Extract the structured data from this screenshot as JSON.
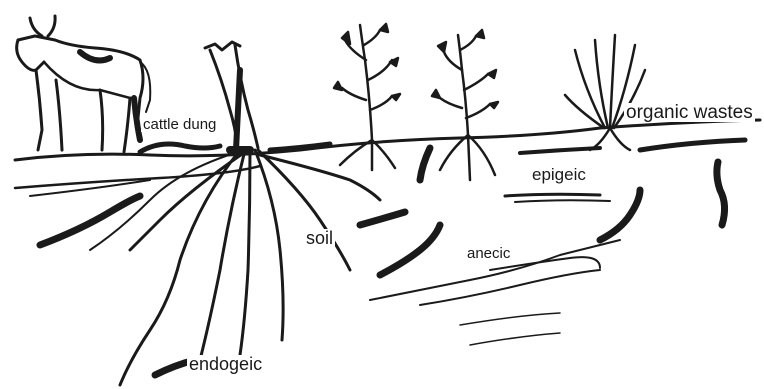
{
  "diagram": {
    "labels": {
      "cattle_dung": "cattle dung",
      "organic_wastes": "organic wastes",
      "epigeic": "epigeic",
      "soil": "soil",
      "anecic": "anecic",
      "endogeic": "endogeic"
    },
    "colors": {
      "ink": "#1a1a1a",
      "paper": "#ffffff"
    },
    "icons": [
      "cow-icon",
      "tree-icon",
      "seedling-icon",
      "grass-tuft-icon",
      "earthworm-icon",
      "root-icon"
    ]
  }
}
